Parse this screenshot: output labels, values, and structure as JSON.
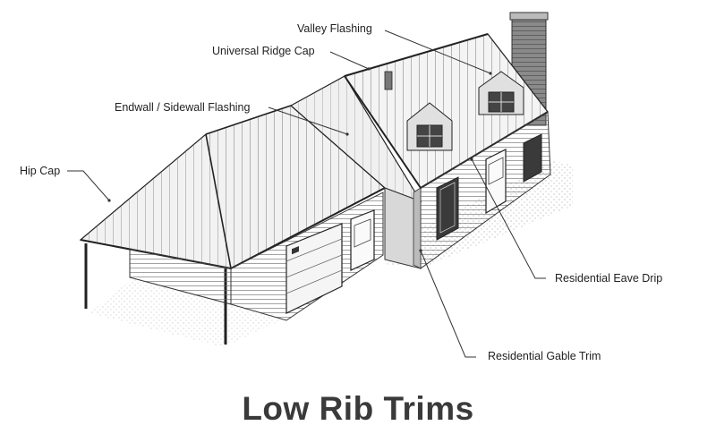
{
  "title": "Low Rib Trims",
  "labels": {
    "valley_flashing": "Valley Flashing",
    "universal_ridge_cap": "Universal Ridge Cap",
    "endwall_sidewall_flashing": "Endwall / Sidewall Flashing",
    "hip_cap": "Hip Cap",
    "residential_eave_drip": "Residential Eave Drip",
    "residential_gable_trim": "Residential Gable Trim"
  },
  "colors": {
    "line": "#333333",
    "text": "#222222",
    "title": "#3a3a3a"
  }
}
